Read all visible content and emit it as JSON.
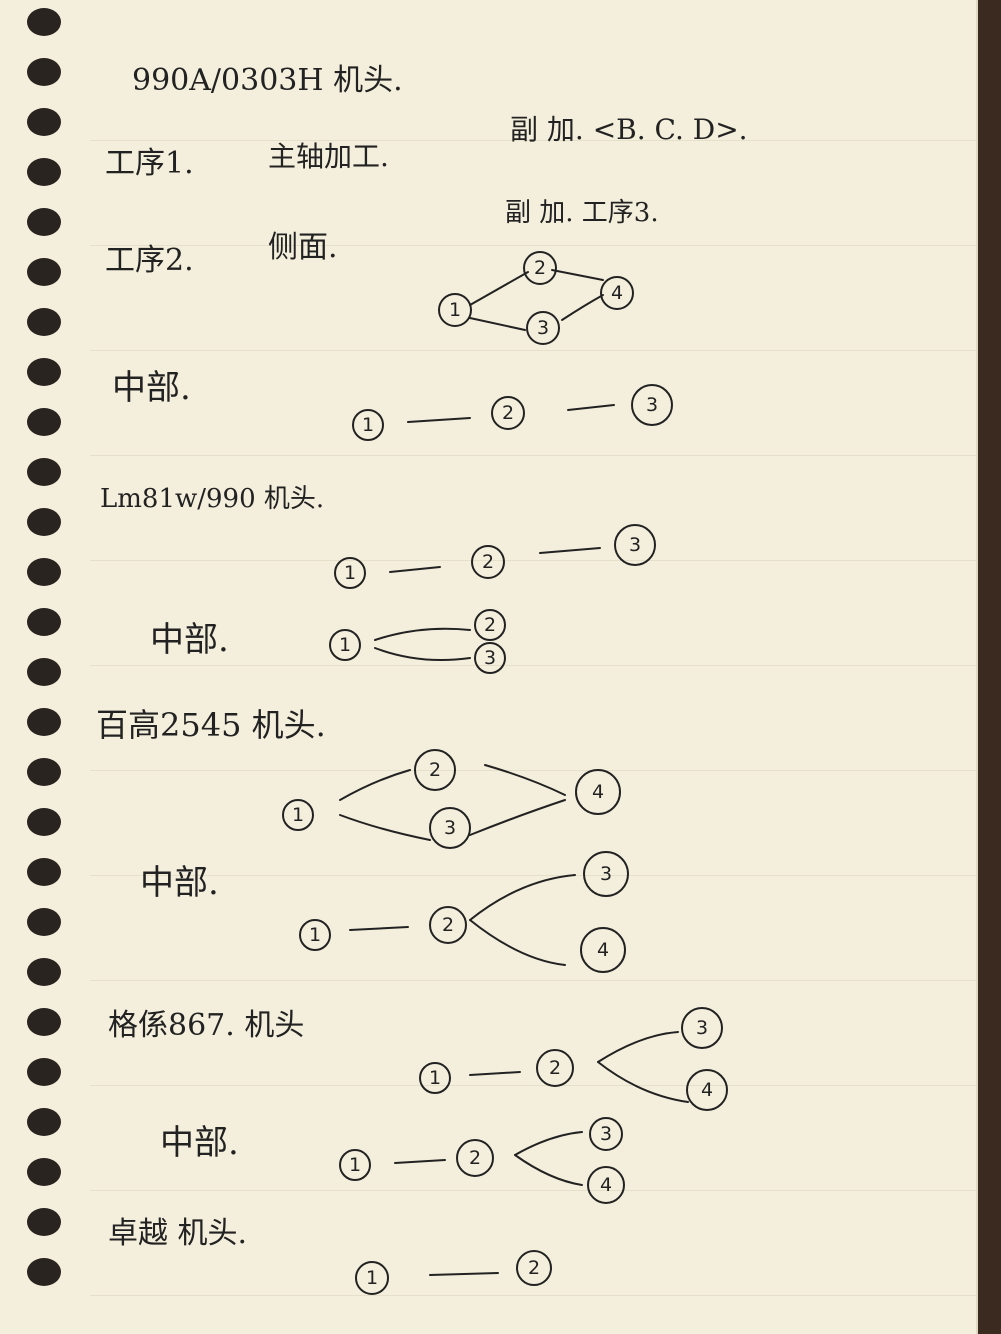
{
  "heading_line": "990A/0303H 机头.",
  "process1": {
    "label": "工序1.",
    "text": "主轴加工.",
    "note": "副 加. <B. C. D>."
  },
  "process2": {
    "label": "工序2.",
    "text": "侧面.",
    "note": "副 加. 工序3."
  },
  "sections": [
    {
      "label": "中部."
    },
    {
      "label": "Lm81w/990 机头."
    },
    {
      "label": "中部."
    },
    {
      "label": "百高2545 机头."
    },
    {
      "label": "中部."
    },
    {
      "label": "格係867. 机头"
    },
    {
      "label": "中部."
    },
    {
      "label": "卓越 机头."
    }
  ],
  "nodes": {
    "n1": "1",
    "n2": "2",
    "n3": "3",
    "n4": "4"
  }
}
